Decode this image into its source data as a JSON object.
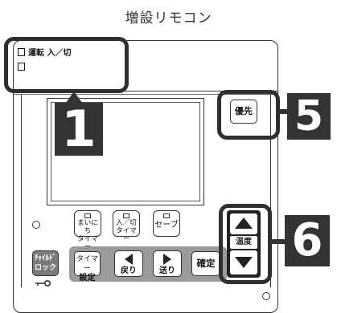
{
  "title": "増設リモコン",
  "top_labels": {
    "line1": "運転 入／切",
    "line2": ""
  },
  "callouts": {
    "one": "1",
    "five": "5",
    "six": "6"
  },
  "buttons": {
    "priority": "優先",
    "maini_timer_l1": "まいにち",
    "maini_timer_l2": "タイマー",
    "onoff_timer_l1": "入／切",
    "onoff_timer_l2": "タイマー",
    "save": "セーブ",
    "child_lock_l1": "ﾁｬｲﾙﾄﾞ",
    "child_lock_l2": "ロック",
    "timer_set_l1": "タイマー",
    "timer_set_l2": "設定",
    "back": "戻り",
    "forward": "送り",
    "confirm": "確定",
    "temperature": "温度"
  },
  "icons": {
    "key": "key-icon",
    "up": "triangle-up-icon",
    "down": "triangle-down-icon",
    "left": "triangle-left-icon",
    "right": "triangle-right-icon"
  }
}
